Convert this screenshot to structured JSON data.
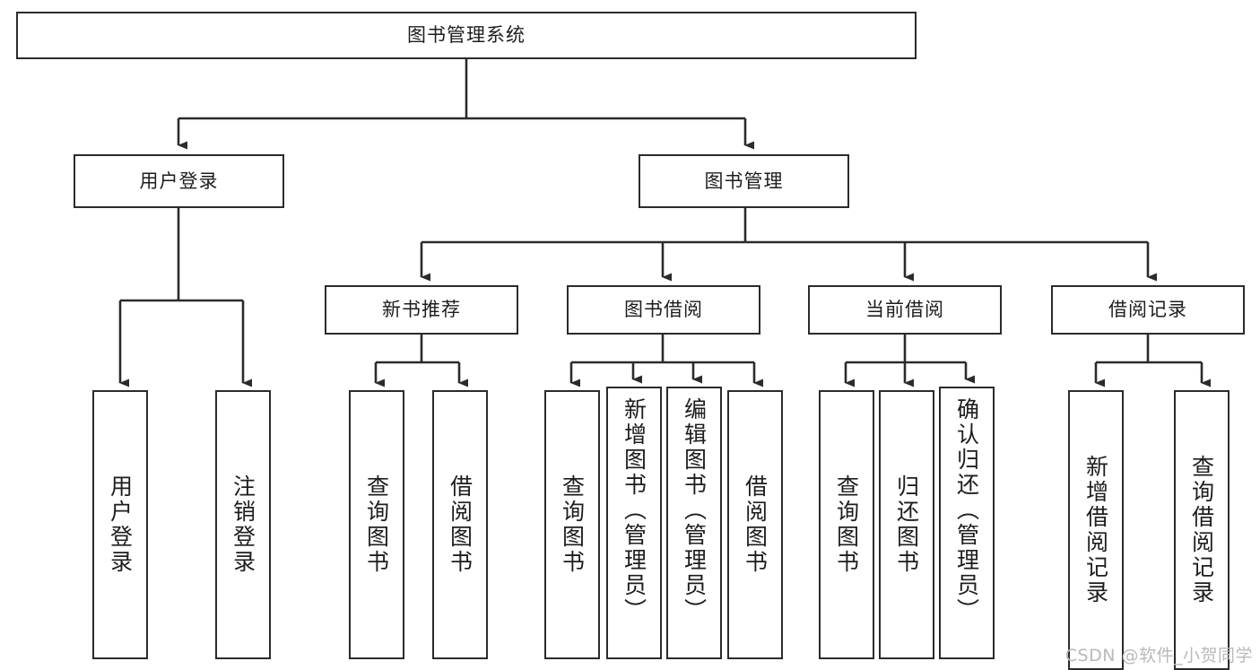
{
  "diagram": {
    "title": "图书管理系统",
    "type": "tree",
    "watermark": "CSDN @软件_小贺同学",
    "colors": {
      "box_border": "#2b2b2b",
      "box_fill": "#ffffff",
      "edge": "#2b2b2b",
      "background": "#ffffff",
      "watermark": "#b9b9b9"
    },
    "nodes": {
      "root": {
        "label": "图书管理系统",
        "level": 0
      },
      "n_user_login": {
        "label": "用户登录",
        "level": 1
      },
      "n_book_manage": {
        "label": "图书管理",
        "level": 1
      },
      "n_new_book_rec": {
        "label": "新书推荐",
        "level": 2
      },
      "n_book_borrow": {
        "label": "图书借阅",
        "level": 2
      },
      "n_current_borrow": {
        "label": "当前借阅",
        "level": 2
      },
      "n_borrow_record": {
        "label": "借阅记录",
        "level": 2
      },
      "l_user_login": {
        "label": "用户登录",
        "level": 3
      },
      "l_user_logout": {
        "label": "注销登录",
        "level": 3
      },
      "l_query_book_1": {
        "label": "查询图书",
        "level": 3
      },
      "l_borrow_book_1": {
        "label": "借阅图书",
        "level": 3
      },
      "l_query_book_2": {
        "label": "查询图书",
        "level": 3
      },
      "l_add_book": {
        "label": "新增图书（管理员）",
        "level": 3
      },
      "l_edit_book": {
        "label": "编辑图书（管理员）",
        "level": 3
      },
      "l_borrow_book_2": {
        "label": "借阅图书",
        "level": 3
      },
      "l_query_book_3": {
        "label": "查询图书",
        "level": 3
      },
      "l_return_book": {
        "label": "归还图书",
        "level": 3
      },
      "l_confirm_return": {
        "label": "确认归还（管理员）",
        "level": 3
      },
      "l_add_record": {
        "label": "新增借阅记录",
        "level": 3
      },
      "l_query_record": {
        "label": "查询借阅记录",
        "level": 3
      }
    },
    "edges": [
      {
        "from": "root",
        "to": "n_user_login"
      },
      {
        "from": "root",
        "to": "n_book_manage"
      },
      {
        "from": "n_user_login",
        "to": "l_user_login"
      },
      {
        "from": "n_user_login",
        "to": "l_user_logout"
      },
      {
        "from": "n_book_manage",
        "to": "n_new_book_rec"
      },
      {
        "from": "n_book_manage",
        "to": "n_book_borrow"
      },
      {
        "from": "n_book_manage",
        "to": "n_current_borrow"
      },
      {
        "from": "n_book_manage",
        "to": "n_borrow_record"
      },
      {
        "from": "n_new_book_rec",
        "to": "l_query_book_1"
      },
      {
        "from": "n_new_book_rec",
        "to": "l_borrow_book_1"
      },
      {
        "from": "n_book_borrow",
        "to": "l_query_book_2"
      },
      {
        "from": "n_book_borrow",
        "to": "l_add_book"
      },
      {
        "from": "n_book_borrow",
        "to": "l_edit_book"
      },
      {
        "from": "n_book_borrow",
        "to": "l_borrow_book_2"
      },
      {
        "from": "n_current_borrow",
        "to": "l_query_book_3"
      },
      {
        "from": "n_current_borrow",
        "to": "l_return_book"
      },
      {
        "from": "n_current_borrow",
        "to": "l_confirm_return"
      },
      {
        "from": "n_borrow_record",
        "to": "l_add_record"
      },
      {
        "from": "n_borrow_record",
        "to": "l_query_record"
      }
    ]
  }
}
